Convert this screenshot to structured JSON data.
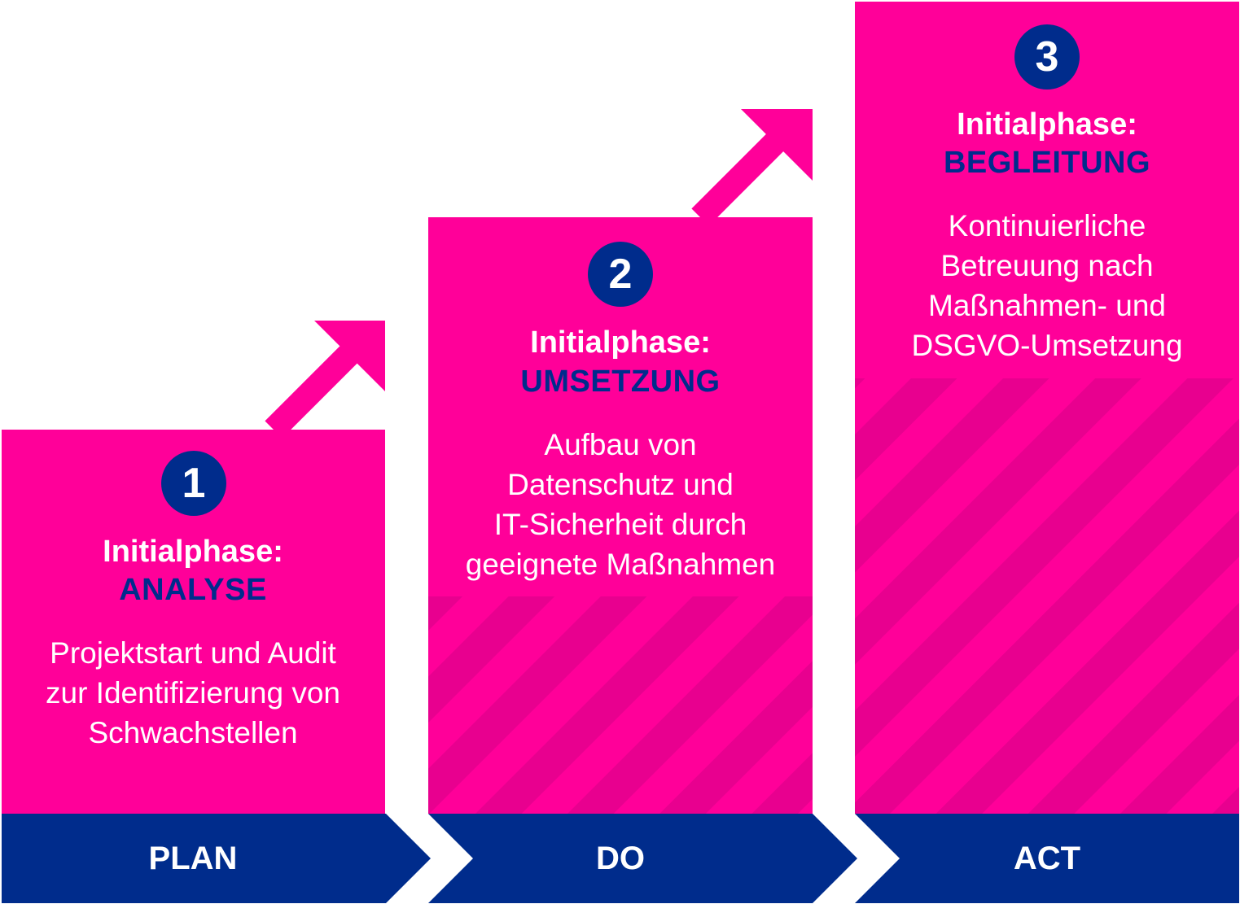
{
  "colors": {
    "magenta": "#ff0099",
    "magenta_stripe": "#e8008f",
    "navy": "#002c8c",
    "white": "#ffffff"
  },
  "steps": [
    {
      "number": "1",
      "phase_label": "Initialphase:",
      "phase_name": "ANALYSE",
      "description": "Projektstart und Audit\nzur Identifizierung von\nSchwachstellen",
      "footer": "PLAN"
    },
    {
      "number": "2",
      "phase_label": "Initialphase:",
      "phase_name": "UMSETZUNG",
      "description": "Aufbau von\nDatenschutz und\nIT-Sicherheit durch\ngeeignete Maßnahmen",
      "footer": "DO"
    },
    {
      "number": "3",
      "phase_label": "Initialphase:",
      "phase_name": "BEGLEITUNG",
      "description": "Kontinuierliche\nBetreuung nach\nMaßnahmen- und\nDSGVO-Umsetzung",
      "footer": "ACT"
    }
  ]
}
